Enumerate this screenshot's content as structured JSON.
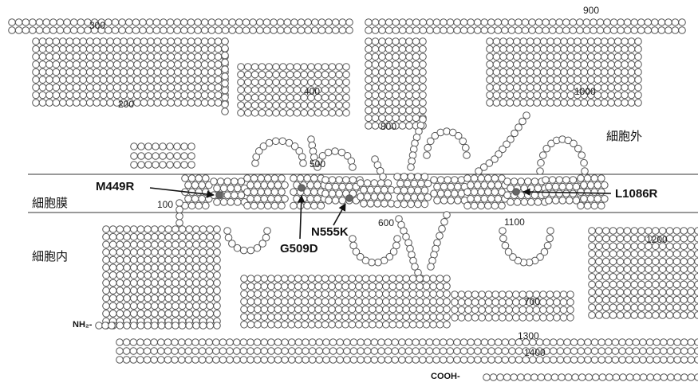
{
  "regions": {
    "extracellular": "細胞外",
    "membrane": "細胞膜",
    "intracellular": "細胞内"
  },
  "mutations": [
    "M449R",
    "G509D",
    "N555K",
    "L1086R"
  ],
  "residue_numbers": [
    "100",
    "200",
    "300",
    "400",
    "500",
    "600",
    "700",
    "800",
    "900",
    "1000",
    "1100",
    "1200",
    "1300",
    "1400"
  ],
  "termini": {
    "n": "NH₂-",
    "c": "COOH-"
  },
  "colors": {
    "residue_stroke": "#555555",
    "mutation_fill": "#666666",
    "membrane_line": "#333333"
  }
}
